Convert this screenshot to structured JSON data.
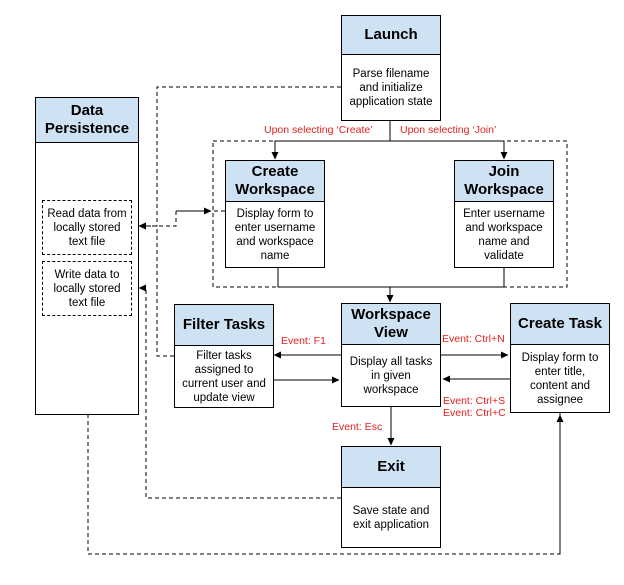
{
  "nodes": {
    "launch": {
      "title": "Launch",
      "body": "Parse filename and initialize application state"
    },
    "data_persistence": {
      "title": "Data Persistence",
      "read": "Read data from locally stored text file",
      "write": "Write data to locally stored text file"
    },
    "create_workspace": {
      "title": "Create Workspace",
      "body": "Display form to enter username and workspace name"
    },
    "join_workspace": {
      "title": "Join Workspace",
      "body": "Enter username and workspace name and validate"
    },
    "workspace_view": {
      "title": "Workspace View",
      "body": "Display all tasks in given workspace"
    },
    "filter_tasks": {
      "title": "Filter Tasks",
      "body": "Filter tasks assigned to current user and update view"
    },
    "create_task": {
      "title": "Create Task",
      "body": "Display form to enter title, content and assignee"
    },
    "exit": {
      "title": "Exit",
      "body": "Save state and exit application"
    }
  },
  "edge_labels": {
    "select_create": "Upon selecting ‘Create’",
    "select_join": "Upon selecting ‘Join’",
    "event_f1": "Event: F1",
    "event_ctrl_n": "Event: Ctrl+N",
    "event_ctrl_s": "Event: Ctrl+S",
    "event_ctrl_c": "Event: Ctrl+C",
    "event_esc": "Event: Esc"
  },
  "colors": {
    "header_fill": "#cfe2f3",
    "label_text": "#e41e1e",
    "line": "#000000"
  }
}
